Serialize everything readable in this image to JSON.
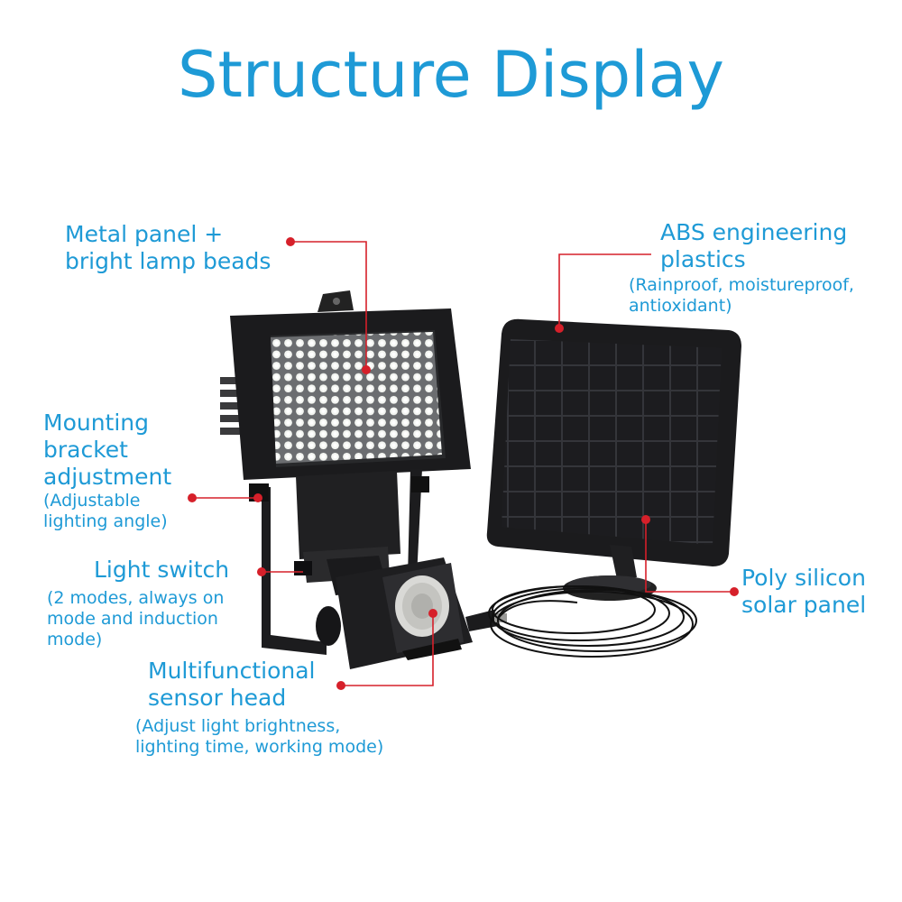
{
  "title": "Structure Display",
  "colors": {
    "title": "#1e9ad6",
    "label": "#1e9ad6",
    "callout": "#d6202a"
  },
  "labels": {
    "metal_panel": {
      "lines": [
        "Metal panel +",
        "bright lamp beads"
      ]
    },
    "abs": {
      "lines": [
        "ABS engineering",
        "plastics"
      ],
      "sub": [
        "(Rainproof, moistureproof,",
        "antioxidant)"
      ]
    },
    "mounting": {
      "lines": [
        "Mounting",
        "bracket",
        "adjustment"
      ],
      "sub": [
        "(Adjustable",
        "lighting angle)"
      ]
    },
    "light_switch": {
      "lines": [
        "Light switch"
      ],
      "sub": [
        "(2 modes, always on",
        "mode and induction",
        "mode)"
      ]
    },
    "sensor_head": {
      "lines": [
        "Multifunctional",
        "sensor head"
      ],
      "sub": [
        "(Adjust light brightness,",
        "lighting time, working mode)"
      ]
    },
    "solar_panel": {
      "lines": [
        "Poly silicon",
        "solar panel"
      ]
    }
  }
}
